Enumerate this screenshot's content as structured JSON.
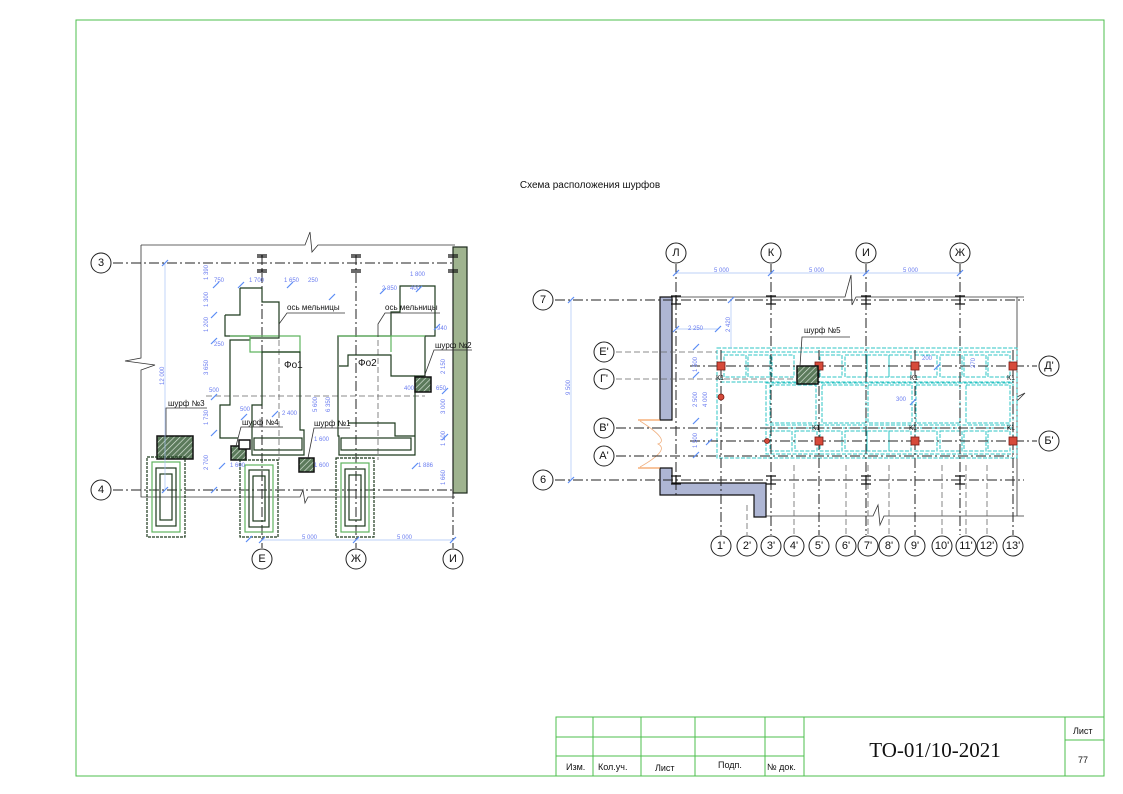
{
  "drawing_title": "Схема расположения шурфов",
  "left_plan": {
    "row_axes": [
      "3",
      "4"
    ],
    "col_axes": [
      "Е",
      "Ж",
      "И"
    ],
    "labels": {
      "fo1": "Фо1",
      "fo2": "Фо2",
      "mill_axis_1": "ось мельницы",
      "mill_axis_2": "ось мельницы",
      "pit1": "шурф №1",
      "pit2": "шурф №2",
      "pit3": "шурф №3",
      "pit4": "шурф №4"
    },
    "dimensions": {
      "span_e_zh": "5 000",
      "span_zh_i": "5 000",
      "overall_height": "12 000",
      "d750": "750",
      "d1700": "1 700",
      "d1650": "1 650",
      "d250a": "250",
      "d1800": "1 800",
      "d2850": "2 850",
      "d400a": "400",
      "d1390": "1 390",
      "d1300": "1 300",
      "d1200": "1 200",
      "d250b": "250",
      "d3650": "3 650",
      "d500a": "500",
      "d500b": "500",
      "d2400": "2 400",
      "d5600": "5 600",
      "d6350": "6 350",
      "d1730": "1 730",
      "d2700": "2 700",
      "d1600a": "1 600",
      "d1600b": "1 600",
      "d1600c": "1 600",
      "d940": "940",
      "d2150": "2 150",
      "d400b": "400",
      "d650": "650",
      "d3000": "3 000",
      "d1100": "1 100",
      "d1886": "1 886",
      "d1660": "1 660"
    }
  },
  "right_plan": {
    "col_axes": [
      "Л",
      "К",
      "И",
      "Ж"
    ],
    "row_axes_left": [
      "7",
      "Е'",
      "Г'",
      "В'",
      "А'",
      "6"
    ],
    "row_axes_right": [
      "Д'",
      "Б'"
    ],
    "bottom_axes": [
      "1'",
      "2'",
      "3'",
      "4'",
      "5'",
      "6'",
      "7'",
      "8'",
      "9'",
      "10'",
      "11'",
      "12'",
      "13'"
    ],
    "labels": {
      "pit5": "шурф №5",
      "k1": "К1"
    },
    "dimensions": {
      "span1": "5 000",
      "span2": "5 000",
      "span3": "5 000",
      "overall_height": "9 500",
      "d2250": "2 250",
      "d2420": "2 420",
      "d1500a": "1 500",
      "d2500": "2 500",
      "d4000": "4 000",
      "d1500b": "1 500",
      "d200": "200",
      "d270": "270",
      "d300": "300"
    }
  },
  "title_block": {
    "col_labels": [
      "Изм.",
      "Кол.уч.",
      "Лист",
      "Подп.",
      "№ док."
    ],
    "document_code": "ТО-01/10-2021",
    "sheet_label": "Лист",
    "sheet_number": "77"
  },
  "colors": {
    "frame": "#4cbf4c",
    "dimension": "#6a7cf0",
    "foundation_cyan": "#2cc4c4",
    "wall_fill": "#aeb6d4",
    "column_red": "#c0392b"
  }
}
